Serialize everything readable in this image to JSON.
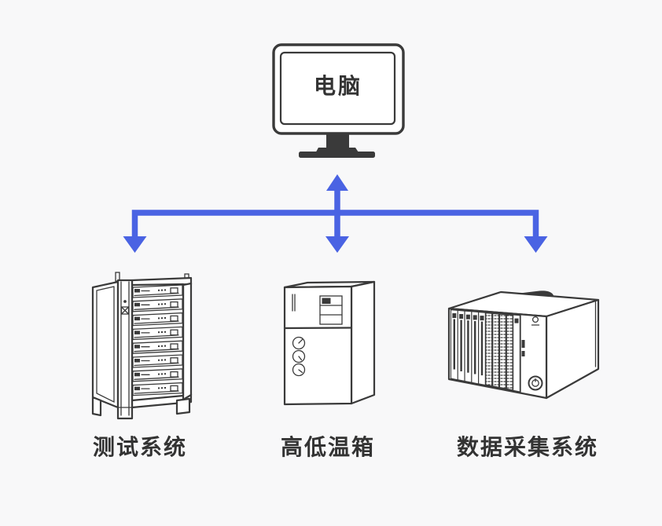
{
  "diagram": {
    "title": "",
    "background_color": "#f8f8f9",
    "accent_color": "#4a63e3",
    "line_color": "#3a3a3a",
    "text_color": "#333333",
    "computer": {
      "label": "电脑"
    },
    "devices": [
      {
        "id": "test-system",
        "label": "测试系统"
      },
      {
        "id": "temperature-chamber",
        "label": "高低温箱"
      },
      {
        "id": "data-acquisition-system",
        "label": "数据采集系统"
      }
    ],
    "connections": [
      {
        "from": "computer",
        "to": "test-system",
        "arrow": "down"
      },
      {
        "from": "computer",
        "to": "temperature-chamber",
        "arrow": "bidirectional"
      },
      {
        "from": "computer",
        "to": "data-acquisition-system",
        "arrow": "down"
      }
    ]
  }
}
